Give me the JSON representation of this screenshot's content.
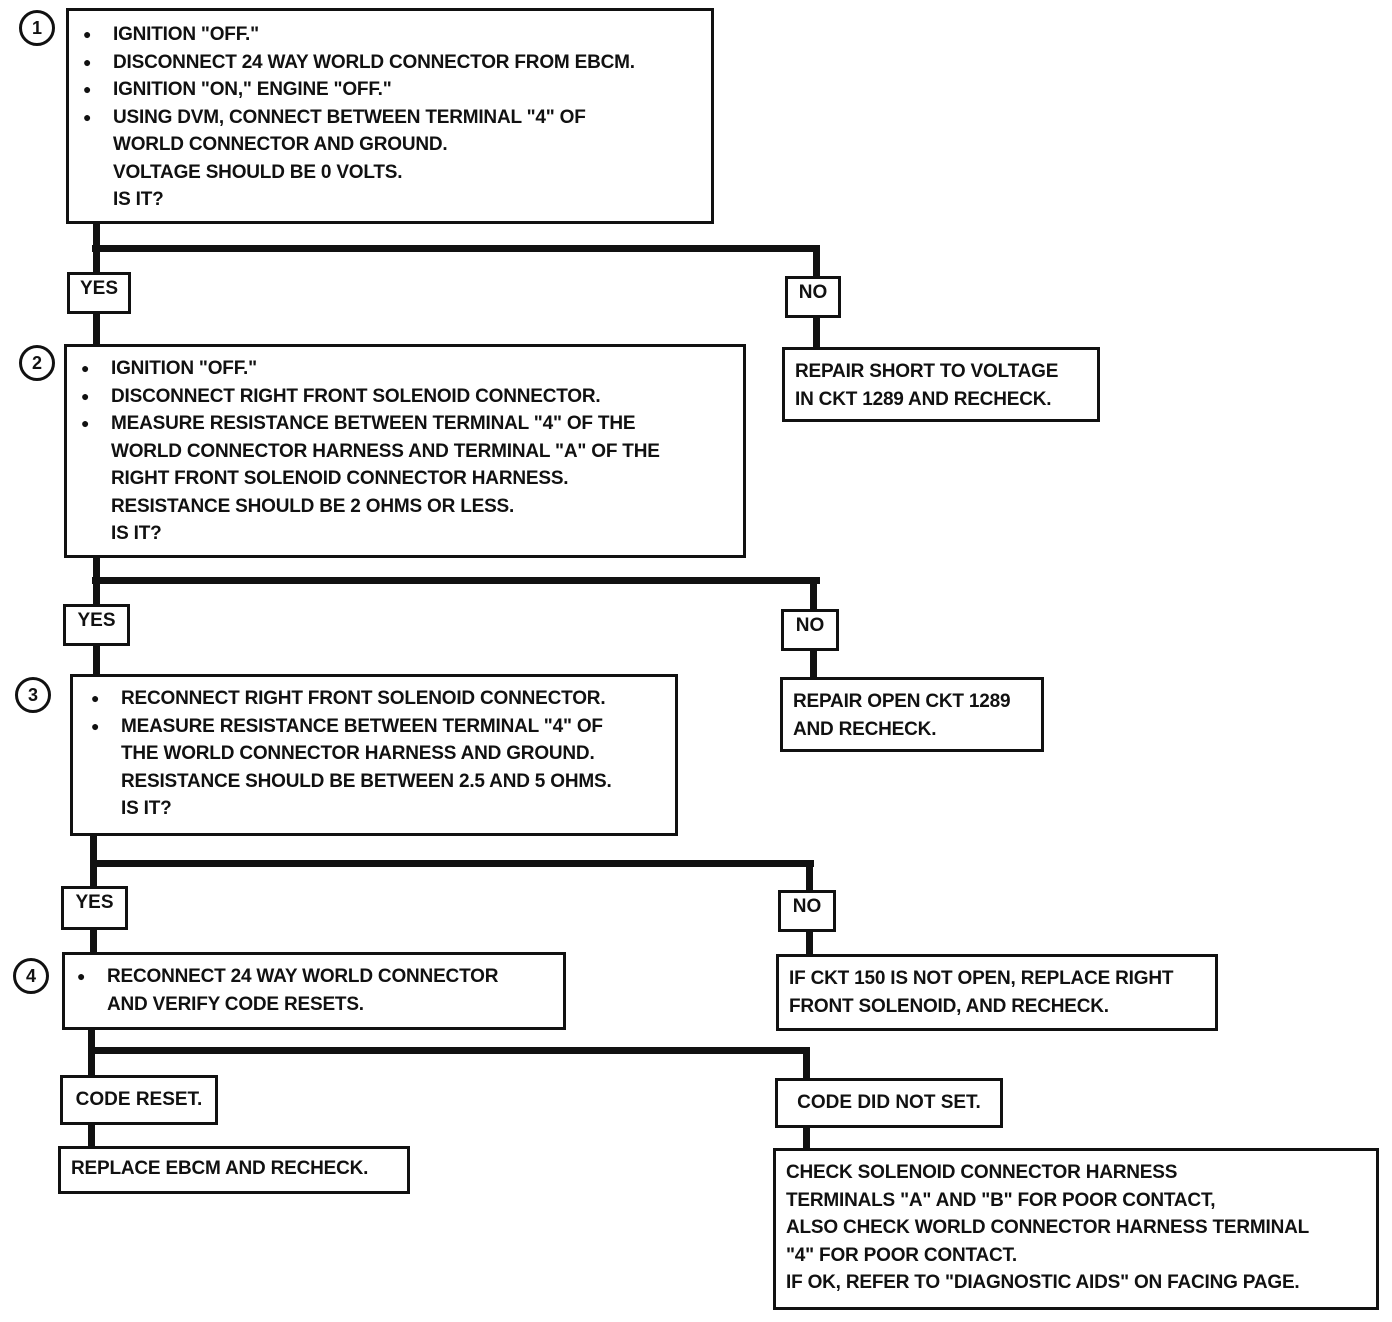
{
  "steps": [
    {
      "number": "1",
      "lines": [
        "IGNITION \"OFF.\"",
        "DISCONNECT 24 WAY WORLD CONNECTOR FROM EBCM.",
        "IGNITION \"ON,\" ENGINE \"OFF.\"",
        "USING DVM, CONNECT BETWEEN TERMINAL \"4\" OF"
      ],
      "continuation": [
        "WORLD CONNECTOR AND GROUND.",
        "VOLTAGE SHOULD BE 0 VOLTS.",
        "IS IT?"
      ]
    },
    {
      "number": "2",
      "lines": [
        "IGNITION \"OFF.\"",
        "DISCONNECT RIGHT FRONT SOLENOID CONNECTOR.",
        "MEASURE RESISTANCE BETWEEN TERMINAL \"4\" OF THE"
      ],
      "continuation": [
        "WORLD CONNECTOR HARNESS AND  TERMINAL \"A\" OF THE",
        "RIGHT FRONT SOLENOID CONNECTOR HARNESS.",
        "RESISTANCE SHOULD BE 2 OHMS OR LESS.",
        "IS IT?"
      ]
    },
    {
      "number": "3",
      "lines": [
        "RECONNECT RIGHT FRONT SOLENOID CONNECTOR.",
        "MEASURE RESISTANCE BETWEEN TERMINAL \"4\" OF"
      ],
      "continuation": [
        "THE WORLD CONNECTOR HARNESS AND GROUND.",
        "RESISTANCE SHOULD BE BETWEEN 2.5 AND 5 OHMS.",
        "IS IT?"
      ]
    },
    {
      "number": "4",
      "lines": [
        "RECONNECT 24 WAY WORLD CONNECTOR"
      ],
      "continuation": [
        "AND VERIFY CODE RESETS."
      ]
    }
  ],
  "labels": {
    "yes": "YES",
    "no": "NO",
    "code_reset": "CODE RESET.",
    "code_did_not_set": "CODE DID NOT SET."
  },
  "outcomes": {
    "no1": [
      "REPAIR SHORT TO VOLTAGE",
      "IN CKT 1289 AND RECHECK."
    ],
    "no2": [
      "REPAIR OPEN CKT 1289",
      "AND RECHECK."
    ],
    "no3": [
      "IF CKT 150 IS NOT OPEN, REPLACE RIGHT",
      "FRONT SOLENOID, AND RECHECK."
    ],
    "reset": [
      "REPLACE EBCM AND RECHECK."
    ],
    "not_set": [
      "CHECK SOLENOID CONNECTOR HARNESS",
      "TERMINALS \"A\" AND \"B\"  FOR POOR CONTACT,",
      "ALSO CHECK WORLD CONNECTOR HARNESS TERMINAL",
      "\"4\" FOR POOR CONTACT.",
      "IF OK, REFER TO \"DIAGNOSTIC AIDS\" ON FACING PAGE."
    ]
  }
}
